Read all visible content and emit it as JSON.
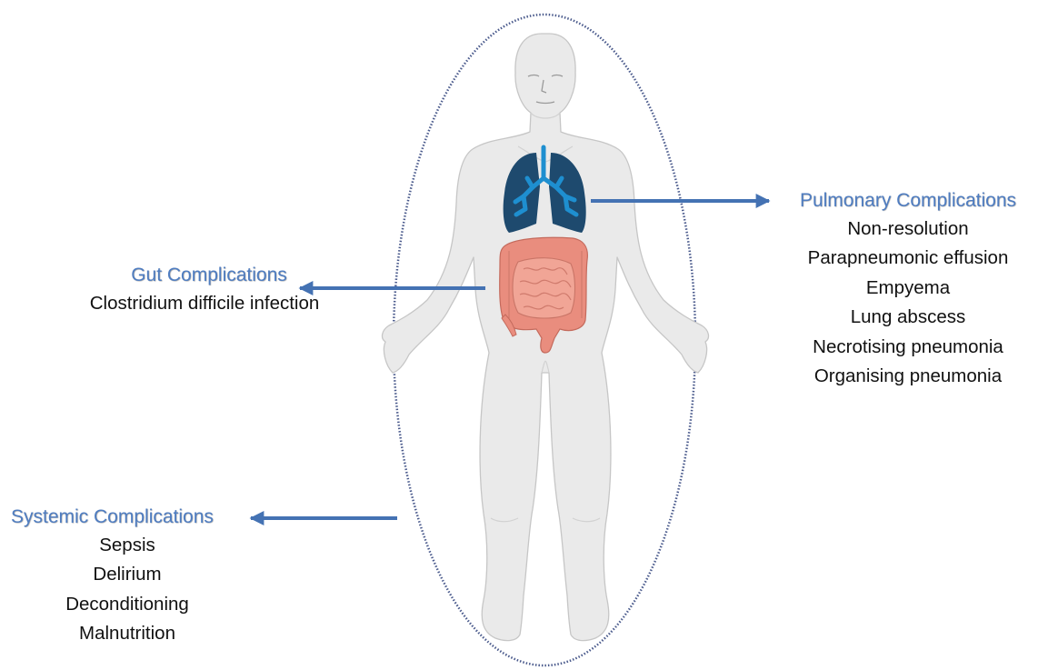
{
  "colors": {
    "heading": "#4f7dc1",
    "arrow": "#4472b3",
    "ellipse_border": "#4a5a8c",
    "body_fill": "#eaeaea",
    "lung_fill": "#1e4a6e",
    "airway": "#1e8fd0",
    "intestine": "#e98d7e"
  },
  "groups": {
    "pulmonary": {
      "heading": "Pulmonary Complications",
      "items": [
        "Non-resolution",
        "Parapneumonic effusion",
        "Empyema",
        "Lung abscess",
        "Necrotising pneumonia",
        "Organising pneumonia"
      ]
    },
    "gut": {
      "heading": "Gut Complications",
      "items": [
        "Clostridium difficile infection"
      ]
    },
    "systemic": {
      "heading": "Systemic Complications",
      "items": [
        "Sepsis",
        "Delirium",
        "Deconditioning",
        "Malnutrition"
      ]
    }
  }
}
